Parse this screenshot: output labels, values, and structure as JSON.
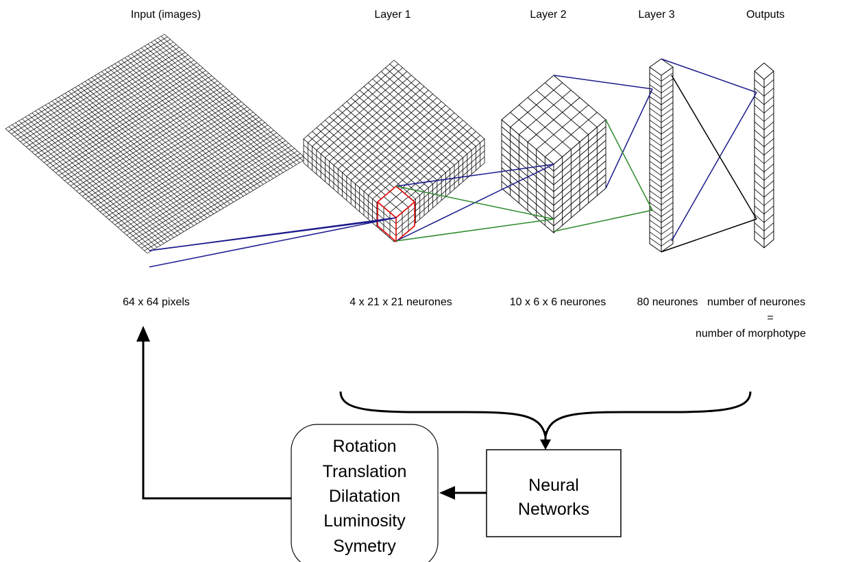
{
  "headers": {
    "input": "Input (images)",
    "layer1": "Layer 1",
    "layer2": "Layer 2",
    "layer3": "Layer 3",
    "outputs": "Outputs"
  },
  "sizes": {
    "input": "64 x 64 pixels",
    "layer1": "4 x 21 x 21 neurones",
    "layer2": "10 x 6 x 6 neurones",
    "layer3": "80 neurones",
    "outputs_line1": "number of neurones",
    "outputs_eq": "=",
    "outputs_line2": "number of morphotype"
  },
  "network_box": {
    "line1": "Neural",
    "line2": "Networks"
  },
  "augmentation_box": {
    "items": [
      "Rotation",
      "Translation",
      "Dilatation",
      "Luminosity",
      "Symetry"
    ]
  },
  "colors": {
    "connection_blue": "#1a1a8c",
    "connection_green": "#2a8a2a",
    "receptive_field_red": "#e00000",
    "stroke": "#000000"
  }
}
